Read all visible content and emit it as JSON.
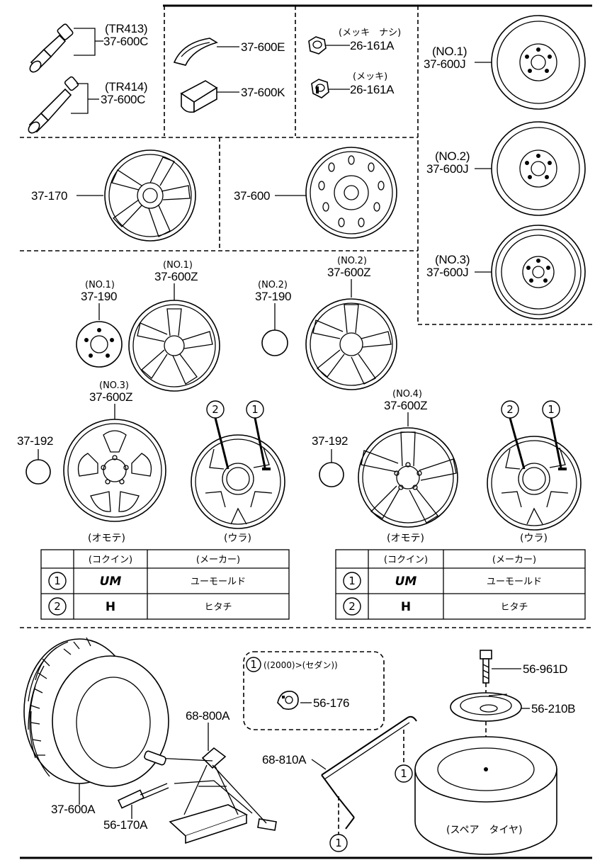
{
  "labels": {
    "valve_tr413": "(TR413)",
    "valve_tr413_part": "37-600C",
    "valve_tr414": "(TR414)",
    "valve_tr414_part": "37-600C",
    "weight_e": "37-600E",
    "weight_k": "37-600K",
    "nut_plain_note": "(メッキ　ナシ)",
    "nut_plain_part": "26-161A",
    "nut_plated_note": "(メッキ)",
    "nut_plated_part": "26-161A",
    "spare_no1_note": "(NO.1)",
    "spare_no1_part": "37-600J",
    "spare_no2_note": "(NO.2)",
    "spare_no2_part": "37-600J",
    "spare_no3_note": "(NO.3)",
    "spare_no3_part": "37-600J",
    "hubcap_part": "37-170",
    "steel_wheel_part": "37-600",
    "center_cap1_note": "(NO.1)",
    "center_cap1_part": "37-190",
    "alloy1_note": "(NO.1)",
    "alloy1_part": "37-600Z",
    "center_cap2_note": "(NO.2)",
    "center_cap2_part": "37-190",
    "alloy2_note": "(NO.2)",
    "alloy2_part": "37-600Z",
    "alloy3_note": "(NO.3)",
    "alloy3_part": "37-600Z",
    "alloy4_note": "(NO.4)",
    "alloy4_part": "37-600Z",
    "ornament_left_part": "37-192",
    "ornament_right_part": "37-192",
    "front_left": "(オモテ)",
    "back_left": "(ウラ)",
    "front_right": "(オモテ)",
    "back_right": "(ウラ)",
    "tire_part": "37-600A",
    "jack_part": "68-800A",
    "handle_part": "68-810A",
    "jack_bolt_part": "56-170A",
    "box_note": "((2000)>(セダン))",
    "box_part": "56-176",
    "spare_bolt_part": "56-961D",
    "spare_spacer_part": "56-210B",
    "spare_tire_caption": "(スペア　タイヤ)"
  },
  "callouts": {
    "one": "1",
    "two": "2"
  },
  "marking_tables": [
    {
      "header_mark": "(コクイン)",
      "header_maker": "(メーカー)",
      "rows": [
        {
          "id": "1",
          "mark": "UM",
          "maker": "ユーモールド"
        },
        {
          "id": "2",
          "mark": "H",
          "maker": "ヒタチ"
        }
      ]
    },
    {
      "header_mark": "(コクイン)",
      "header_maker": "(メーカー)",
      "rows": [
        {
          "id": "1",
          "mark": "UM",
          "maker": "ユーモールド"
        },
        {
          "id": "2",
          "mark": "H",
          "maker": "ヒタチ"
        }
      ]
    }
  ]
}
